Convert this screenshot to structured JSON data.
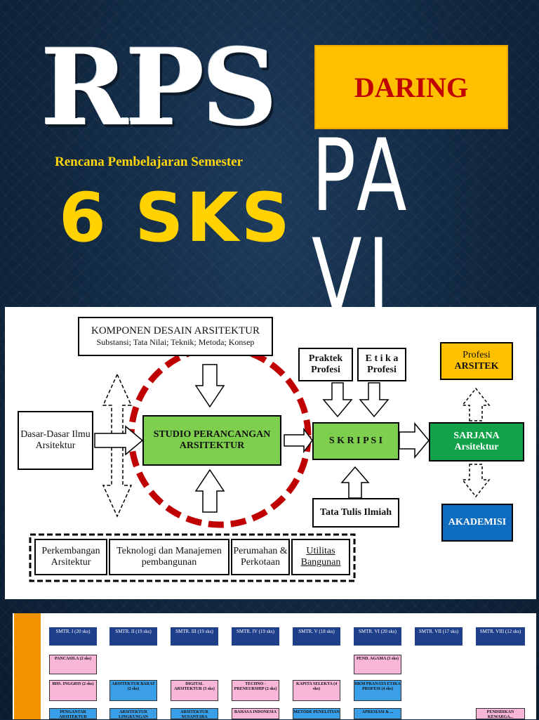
{
  "header": {
    "logo": "RPS",
    "subtitle": "Rencana Pembelajaran Semester",
    "credits": "6 SKS",
    "mode": "DARING",
    "course": "PA VI"
  },
  "diagram": {
    "komponen_title": "KOMPONEN DESAIN ARSITEKTUR",
    "komponen_sub": "Substansi; Tata Nilai; Teknik; Metoda; Konsep",
    "dasar": "Dasar-Dasar Ilmu Arsitektur",
    "studio": "STUDIO PERANCANGAN ARSITEKTUR",
    "praktek": "Praktek Profesi",
    "etika": "E t i k a Profesi",
    "skripsi": "S K R I P S I",
    "tata_tulis": "Tata Tulis Ilmiah",
    "profesi_top": "Profesi",
    "profesi_bottom": "ARSITEK",
    "sarjana_top": "SARJANA",
    "sarjana_bottom": "Arsitektur",
    "akademisi": "AKADEMISI",
    "bottom_boxes": [
      "Perkembangan Arsitektur",
      "Teknologi dan Manajemen pembangunan",
      "Perumahan & Perkotaan",
      "Utilitas Bangunan"
    ]
  },
  "curriculum": {
    "semesters": [
      "SMTR. I (20 sks)",
      "SMTR. II (19 sks)",
      "SMTR. III (19 sks)",
      "SMTR. IV (19 sks)",
      "SMTR. V (18 sks)",
      "SMTR. VI (20 sks)",
      "SMTR. VII (17 sks)",
      "SMTR. VIII (12 sks)"
    ],
    "courses": {
      "pancasila": "PANCASILA (2 sks)",
      "pend_agama": "PEND. AGAMA (3 sks)",
      "bhs_inggris": "BHS. INGGRIS (2 sks)",
      "ars_barat": "ARSITEKTUR BARAT (2 sks)",
      "ars_digital": "DIGITAL ARSITEKTUR (3 sks)",
      "techno": "TECHNO - PRENEURSHIP (2 sks)",
      "kapita": "KAPITA SELEKTA (4 sks)",
      "hkm": "HKM PRANATA ETIKA PROFESI (4 sks)",
      "pengantar": "PENGANTAR ARSITEKTUR",
      "ars_lingkungan": "ARSITEKTUR LINGKUNGAN",
      "ars_nusantara": "ARSITEKTUR NUSANTARA",
      "bahasa": "BAHASA INDONESIA",
      "metode": "METODE PENELITIAN",
      "apresiasi": "APRESIASI & ...",
      "pendidikan": "PENDIDIKAN KEWARGA..."
    }
  }
}
